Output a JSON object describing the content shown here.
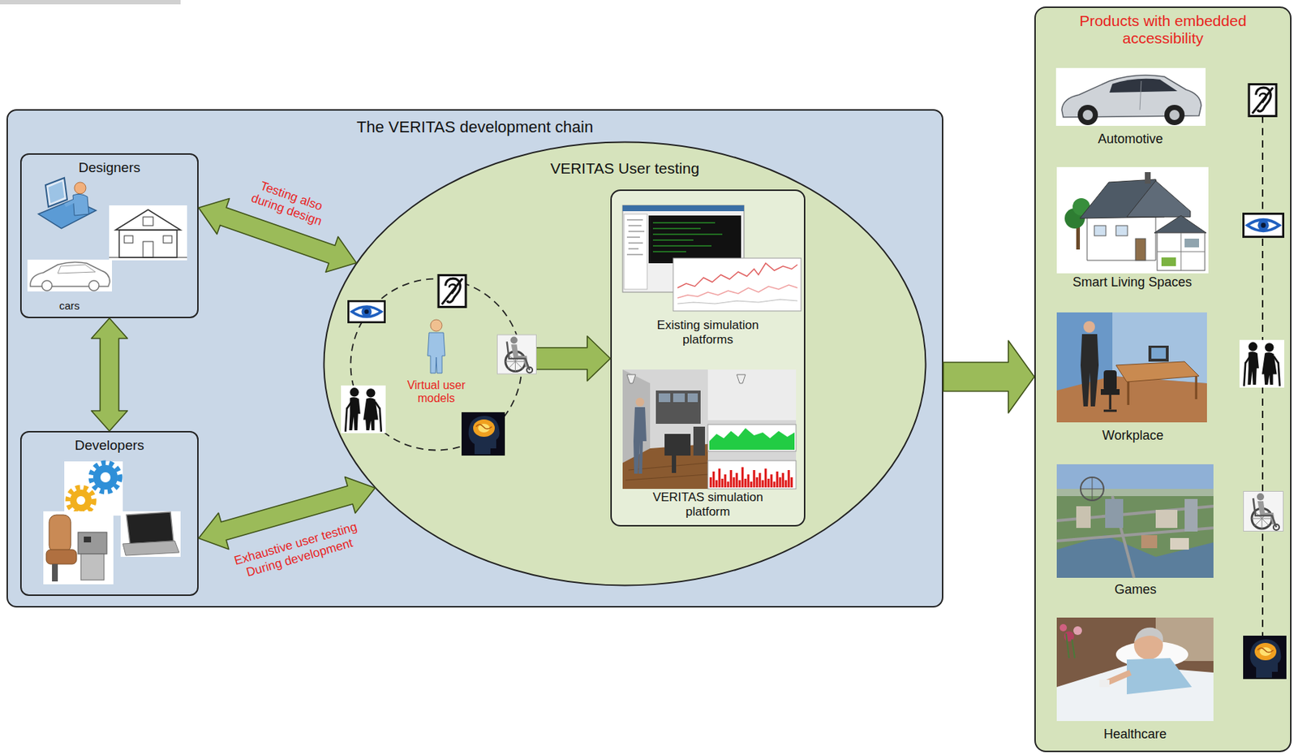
{
  "diagram": {
    "nodes": [
      {
        "text": [
          "The VERITAS development chain"
        ]
      },
      {
        "text": [
          "Designers"
        ],
        "in": 0
      },
      {
        "text": [
          "Developers"
        ],
        "in": 0
      },
      {
        "text": [
          "VERITAS User testing"
        ],
        "in": 0
      },
      {
        "text": [
          "Virtual user models"
        ],
        "in": 3
      },
      {
        "text": [
          "Existing simulation platforms",
          "VERITAS simulation platform"
        ],
        "in": 3
      },
      {
        "text": [
          "Products with embedded accessibility"
        ]
      }
    ],
    "edges": [
      {
        "from": 1,
        "to": 3,
        "arrow": "both",
        "label": "Testing also during design"
      },
      {
        "from": 2,
        "to": 3,
        "arrow": "both",
        "label": "Exhaustive user testing During development"
      },
      {
        "from": 1,
        "to": 2,
        "arrow": "both"
      },
      {
        "from": 4,
        "to": 5,
        "arrow": "to"
      },
      {
        "from": 0,
        "to": 6,
        "arrow": "to"
      }
    ],
    "labels": [
      "cars",
      "Automotive",
      "Smart Living Spaces",
      "Workplace",
      "Games",
      "Healthcare"
    ]
  }
}
